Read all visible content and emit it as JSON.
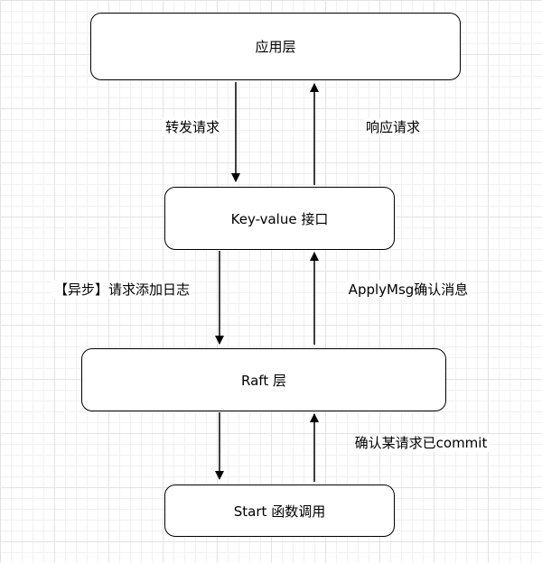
{
  "diagram": {
    "title": "kv-raft layered architecture flow",
    "nodes": [
      {
        "id": "app-layer",
        "label": "应用层"
      },
      {
        "id": "kv-interface",
        "label": "Key-value 接口"
      },
      {
        "id": "raft-layer",
        "label": "Raft 层"
      },
      {
        "id": "start-call",
        "label": "Start 函数调用"
      }
    ],
    "edges": [
      {
        "from": "应用层",
        "to": "Key-value 接口",
        "direction": "down",
        "label": "转发请求"
      },
      {
        "from": "Key-value 接口",
        "to": "应用层",
        "direction": "up",
        "label": "响应请求"
      },
      {
        "from": "Key-value 接口",
        "to": "Raft 层",
        "direction": "down",
        "label": "【异步】请求添加日志"
      },
      {
        "from": "Raft 层",
        "to": "Key-value 接口",
        "direction": "up",
        "label": "ApplyMsg确认消息"
      },
      {
        "from": "Raft 层",
        "to": "Start 函数调用",
        "direction": "down",
        "label": ""
      },
      {
        "from": "Start 函数调用",
        "to": "Raft 层",
        "direction": "up",
        "label": "确认某请求已commit"
      }
    ],
    "colors": {
      "background": "#ffffff",
      "grid_minor": "#f1f1f1",
      "grid_major": "#e3e3e3",
      "node_fill": "#ffffff",
      "node_border": "#000000",
      "arrow": "#000000",
      "text": "#000000"
    }
  }
}
